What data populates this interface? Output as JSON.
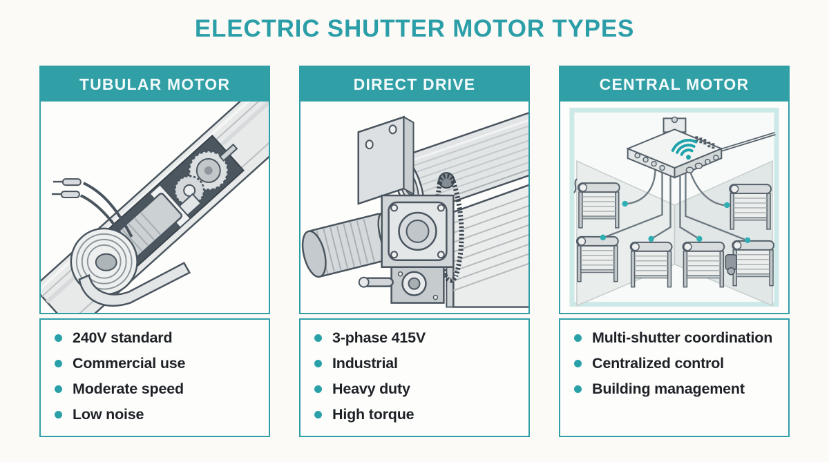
{
  "title": "ELECTRIC SHUTTER MOTOR TYPES",
  "colors": {
    "teal_accent": "#2B9EA7",
    "header_teal": "#319FA6",
    "card_border_teal": "#2F9FA7",
    "bullet_dot_teal": "#2AA0A8",
    "wifi_teal": "#1FA3AA",
    "text_dark": "#1E2227",
    "background": "#FBFAF7",
    "illustration_line": "#49545E",
    "mint_frame": "#CDE9E7"
  },
  "cards": [
    {
      "id": "tubular-motor",
      "header": "TUBULAR MOTOR",
      "illustration": "tubular-motor-cutaway-illustration",
      "bullets": [
        "240V standard",
        "Commercial use",
        "Moderate speed",
        "Low noise"
      ]
    },
    {
      "id": "direct-drive",
      "header": "DIRECT DRIVE",
      "illustration": "direct-drive-motor-chain-illustration",
      "bullets": [
        "3-phase 415V",
        "Industrial",
        "Heavy duty",
        "High torque"
      ]
    },
    {
      "id": "central-motor",
      "header": "CENTRAL MOTOR",
      "illustration": "central-control-multi-shutter-illustration",
      "bullets": [
        "Multi-shutter coordination",
        "Centralized control",
        "Building management"
      ]
    }
  ]
}
